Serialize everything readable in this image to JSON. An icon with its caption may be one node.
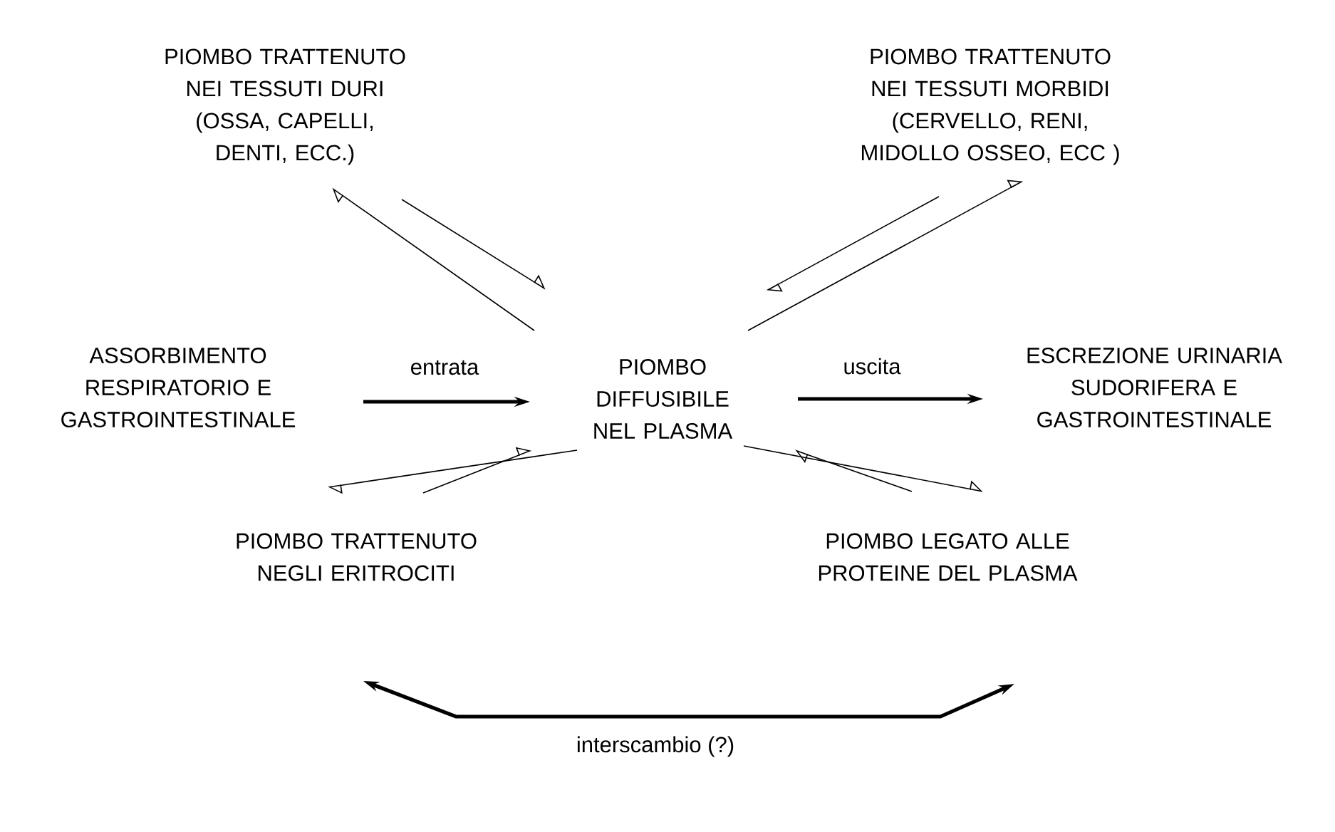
{
  "diagram": {
    "nodes": [
      {
        "text": [
          "PIOMBO TRATTENUTO NEI TESSUTI DURI (OSSA, CAPELLI, DENTI, ECC.)"
        ]
      },
      {
        "text": [
          "PIOMBO TRATTENUTO NEI TESSUTI MORBIDI (CERVELLO, RENI, MIDOLLO OSSEO, ECC )"
        ]
      },
      {
        "text": [
          "ASSORBIMENTO RESPIRATORIO E GASTROINTESTINALE"
        ]
      },
      {
        "text": [
          "PIOMBO DIFFUSIBILE NEL PLASMA"
        ]
      },
      {
        "text": [
          "ESCREZIONE URINARIA SUDORIFERA E GASTROINTESTINALE"
        ]
      },
      {
        "text": [
          "PIOMBO TRATTENUTO NEGLI ERITROCITI"
        ]
      },
      {
        "text": [
          "PIOMBO LEGATO ALLE PROTEINE DEL PLASMA"
        ]
      }
    ],
    "edges": [
      {
        "from": 3,
        "to": 0,
        "arrow": "to"
      },
      {
        "from": 0,
        "to": 3,
        "arrow": "to"
      },
      {
        "from": 3,
        "to": 1,
        "arrow": "to"
      },
      {
        "from": 1,
        "to": 3,
        "arrow": "to"
      },
      {
        "from": 2,
        "to": 3,
        "arrow": "to",
        "label": "entrata",
        "style": "thick"
      },
      {
        "from": 3,
        "to": 4,
        "arrow": "to",
        "label": "uscita",
        "style": "thick"
      },
      {
        "from": 3,
        "to": 5,
        "arrow": "to"
      },
      {
        "from": 5,
        "to": 3,
        "arrow": "to"
      },
      {
        "from": 3,
        "to": 6,
        "arrow": "to"
      },
      {
        "from": 6,
        "to": 3,
        "arrow": "to"
      },
      {
        "from": 5,
        "to": 6,
        "arrow": "both",
        "label": "interscambio (?)",
        "style": "thick"
      }
    ]
  }
}
